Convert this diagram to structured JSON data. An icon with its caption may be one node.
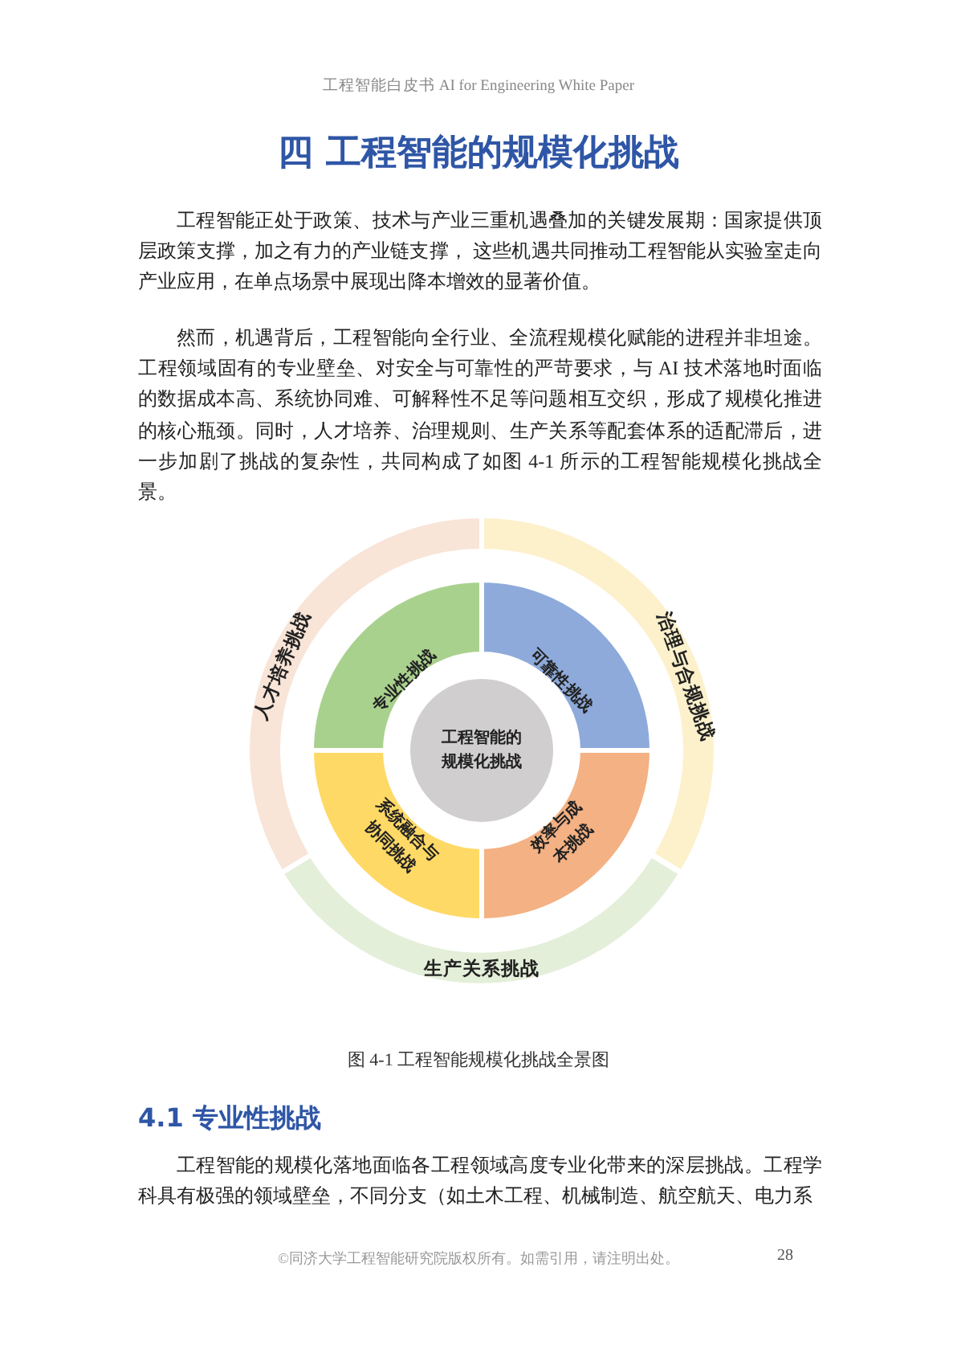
{
  "diagram": {
    "title": "四 工程智能的规模化挑战",
    "caption": "图 4-1 工程智能规模化挑战全景图",
    "nodes": [
      {
        "text": [
          "人才培养挑战"
        ]
      },
      {
        "text": [
          "治理与合规挑战"
        ]
      },
      {
        "text": [
          "专业性挑战"
        ]
      },
      {
        "text": [
          "可靠性挑战"
        ]
      },
      {
        "text": [
          "工程智能的规模化挑战"
        ]
      },
      {
        "text": [
          "系统融合与协同挑战"
        ]
      },
      {
        "text": [
          "效率与成本挑战"
        ]
      },
      {
        "text": [
          "生产关系挑战"
        ]
      }
    ],
    "labels": [
      "工程智能白皮书 AI for Engineering White Paper",
      "工程智能正处于政策、技术与产业三重机遇叠加的关键发展期：国家提供顶层政策支撑，加之有力的产业链支撑， 这些机遇共同推动工程智能从实验室走向产业应用，在单点场景中展现出降本增效的显著价值。",
      "然而，机遇背后，工程智能向全行业、全流程规模化赋能的进程并非坦途。工程领域固有的专业壁垒、对安全与可靠性的严苛要求，与 AI 技术落地时面临的数据成本高、系统协同难、可解释性不足等问题相互交织，形成了规模化推进的核心瓶颈。同时，人才培养、治理规则、生产关系等配套体系的适配滞后，进一步加剧了挑战的复杂性，共同构成了如图 4-1 所示的工程智能规模化挑战全景。",
      "4.1 专业性挑战",
      "工程智能的规模化落地面临各工程领域高度专业化带来的深层挑战。工程学科具有极强的领域壁垒，不同分支（如土木工程、机械制造、航空航天、电力系",
      "©同济大学工程智能研究院版权所有。如需引用，请注明出处。",
      "28"
    ]
  }
}
